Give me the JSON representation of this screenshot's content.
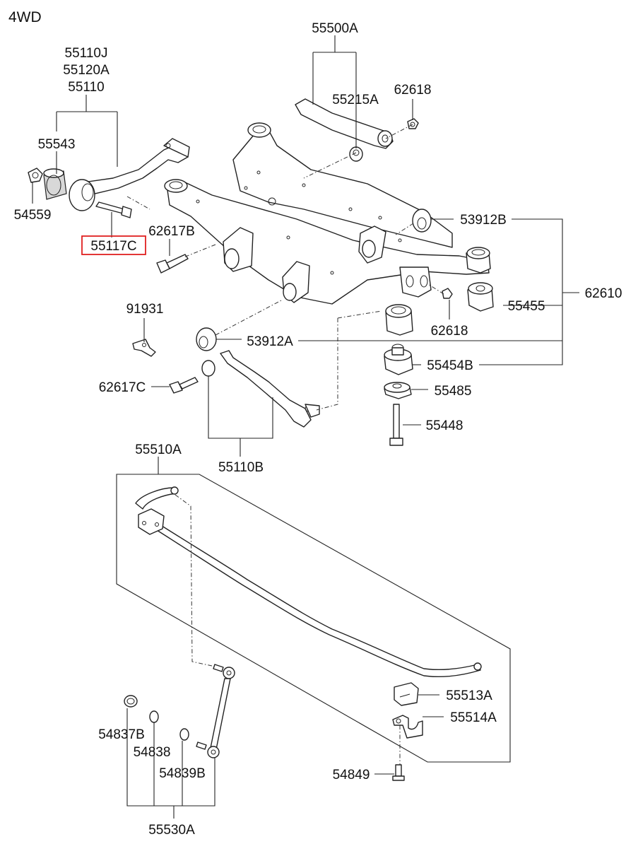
{
  "title": "4WD",
  "highlight_color": "#e02020",
  "labels": {
    "p55500A": "55500A",
    "p55110J": "55110J",
    "p55120A": "55120A",
    "p55110": "55110",
    "p55215A": "55215A",
    "p62618_top": "62618",
    "p55543": "55543",
    "p54559": "54559",
    "p55117C": "55117C",
    "p62617B": "62617B",
    "p53912B": "53912B",
    "p62610": "62610",
    "p55455": "55455",
    "p62618_mid": "62618",
    "p91931": "91931",
    "p53912A": "53912A",
    "p55454B": "55454B",
    "p62617C": "62617C",
    "p55485": "55485",
    "p55448": "55448",
    "p55110B": "55110B",
    "p55510A": "55510A",
    "p55513A": "55513A",
    "p55514A": "55514A",
    "p54837B": "54837B",
    "p54838": "54838",
    "p54839B": "54839B",
    "p54849": "54849",
    "p55530A": "55530A"
  }
}
